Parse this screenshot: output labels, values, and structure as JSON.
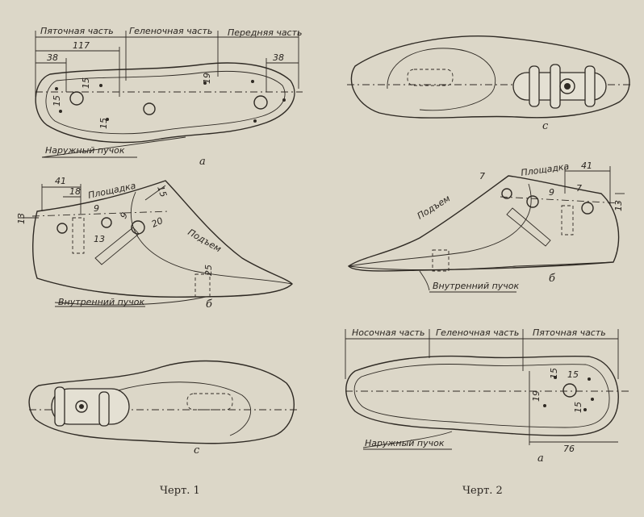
{
  "figure1": {
    "caption": "Черт. 1",
    "view_a": {
      "letter": "а",
      "zones": [
        "Пяточная часть",
        "Геленочная часть",
        "Передняя часть"
      ],
      "dims": [
        "117",
        "38",
        "38",
        "15",
        "15",
        "15",
        "19"
      ],
      "label": "Наружный пучок"
    },
    "view_b": {
      "letter": "б",
      "labels": [
        "Площадка",
        "Подъем",
        "Внутренний пучок"
      ],
      "dims": [
        "41",
        "18",
        "13",
        "15",
        "9",
        "9",
        "13",
        "20",
        "25"
      ]
    },
    "view_c": {
      "letter": "с"
    }
  },
  "figure2": {
    "caption": "Черт. 2",
    "view_c": {
      "letter": "с"
    },
    "view_b": {
      "letter": "б",
      "labels": [
        "Площадка",
        "Подъем",
        "Внутренний пучок"
      ],
      "dims": [
        "41",
        "7",
        "9",
        "7",
        "13"
      ]
    },
    "view_a": {
      "letter": "а",
      "zones": [
        "Носочная часть",
        "Геленочная часть",
        "Пяточная часть"
      ],
      "dims": [
        "15",
        "15",
        "19",
        "15",
        "76"
      ],
      "label": "Наружный пучок"
    }
  }
}
